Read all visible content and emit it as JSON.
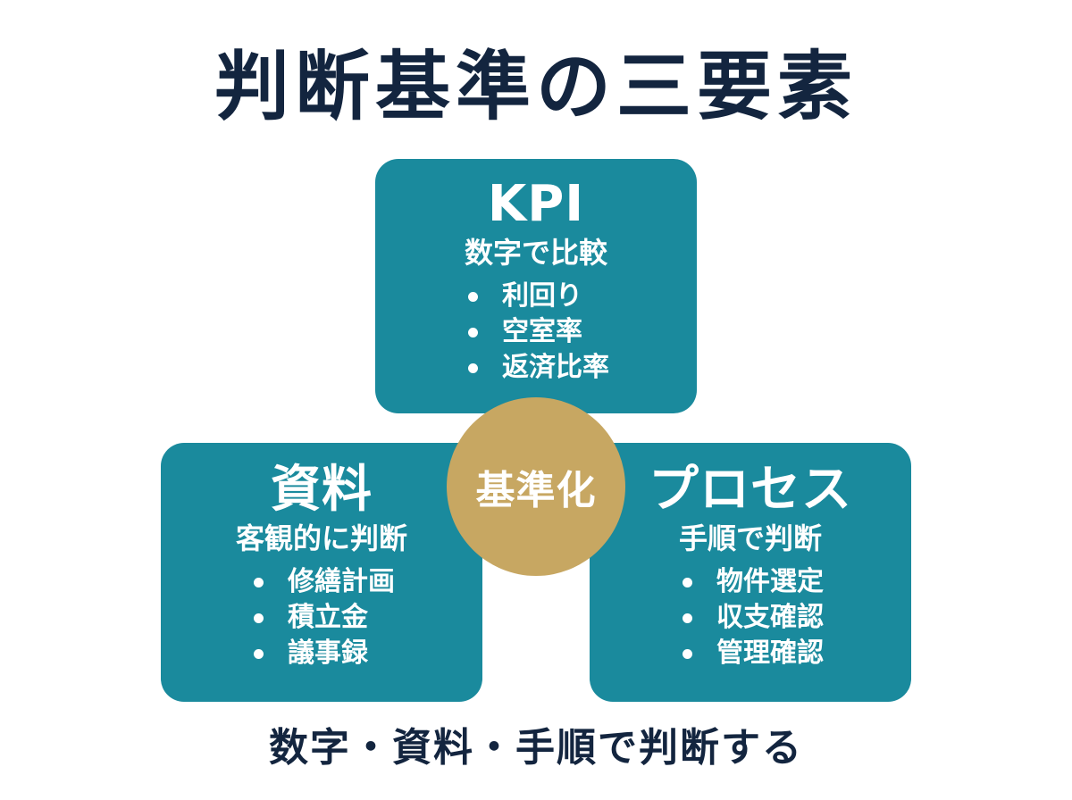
{
  "title": "判断基準の三要素",
  "kpi": {
    "heading": "KPI",
    "subtitle": "数字で比較",
    "items": [
      "利回り",
      "空室率",
      "返済比率"
    ]
  },
  "documents": {
    "heading": "資料",
    "subtitle": "客観的に判断",
    "items": [
      "修繕計画",
      "積立金",
      "議事録"
    ]
  },
  "process": {
    "heading": "プロセス",
    "subtitle": "手順で判断",
    "items": [
      "物件選定",
      "収支確認",
      "管理確認"
    ]
  },
  "center": {
    "label": "基準化"
  },
  "footer": "数字・資料・手順で判断する",
  "colors": {
    "title_text": "#13253f",
    "box_fill": "#1a8a9d",
    "center_fill": "#c7a762"
  }
}
